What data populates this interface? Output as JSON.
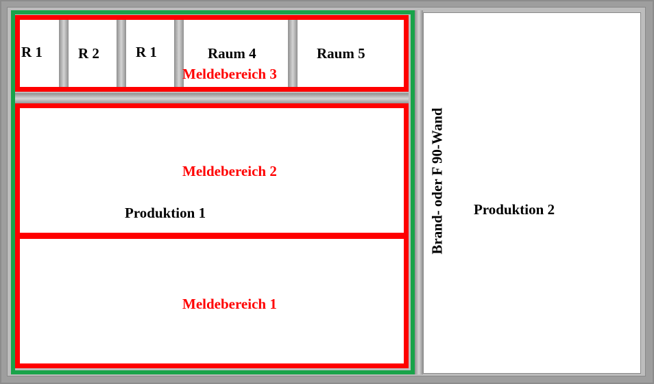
{
  "rooms_top": {
    "r1a": "R 1",
    "r2": "R 2",
    "r1b": "R 1",
    "raum4": "Raum  4",
    "raum5": "Raum  5"
  },
  "zones": {
    "meldebereich3": "Meldebereich 3",
    "meldebereich2": "Meldebereich 2",
    "meldebereich1": "Meldebereich 1"
  },
  "areas": {
    "produktion1": "Produktion 1",
    "produktion2": "Produktion 2"
  },
  "wall_label": "Brand- oder F 90-Wand",
  "colors": {
    "zone_border": "#ff0000",
    "section_border": "#19a34a",
    "wall": "#a9a9a9",
    "room": "#ffffff"
  }
}
